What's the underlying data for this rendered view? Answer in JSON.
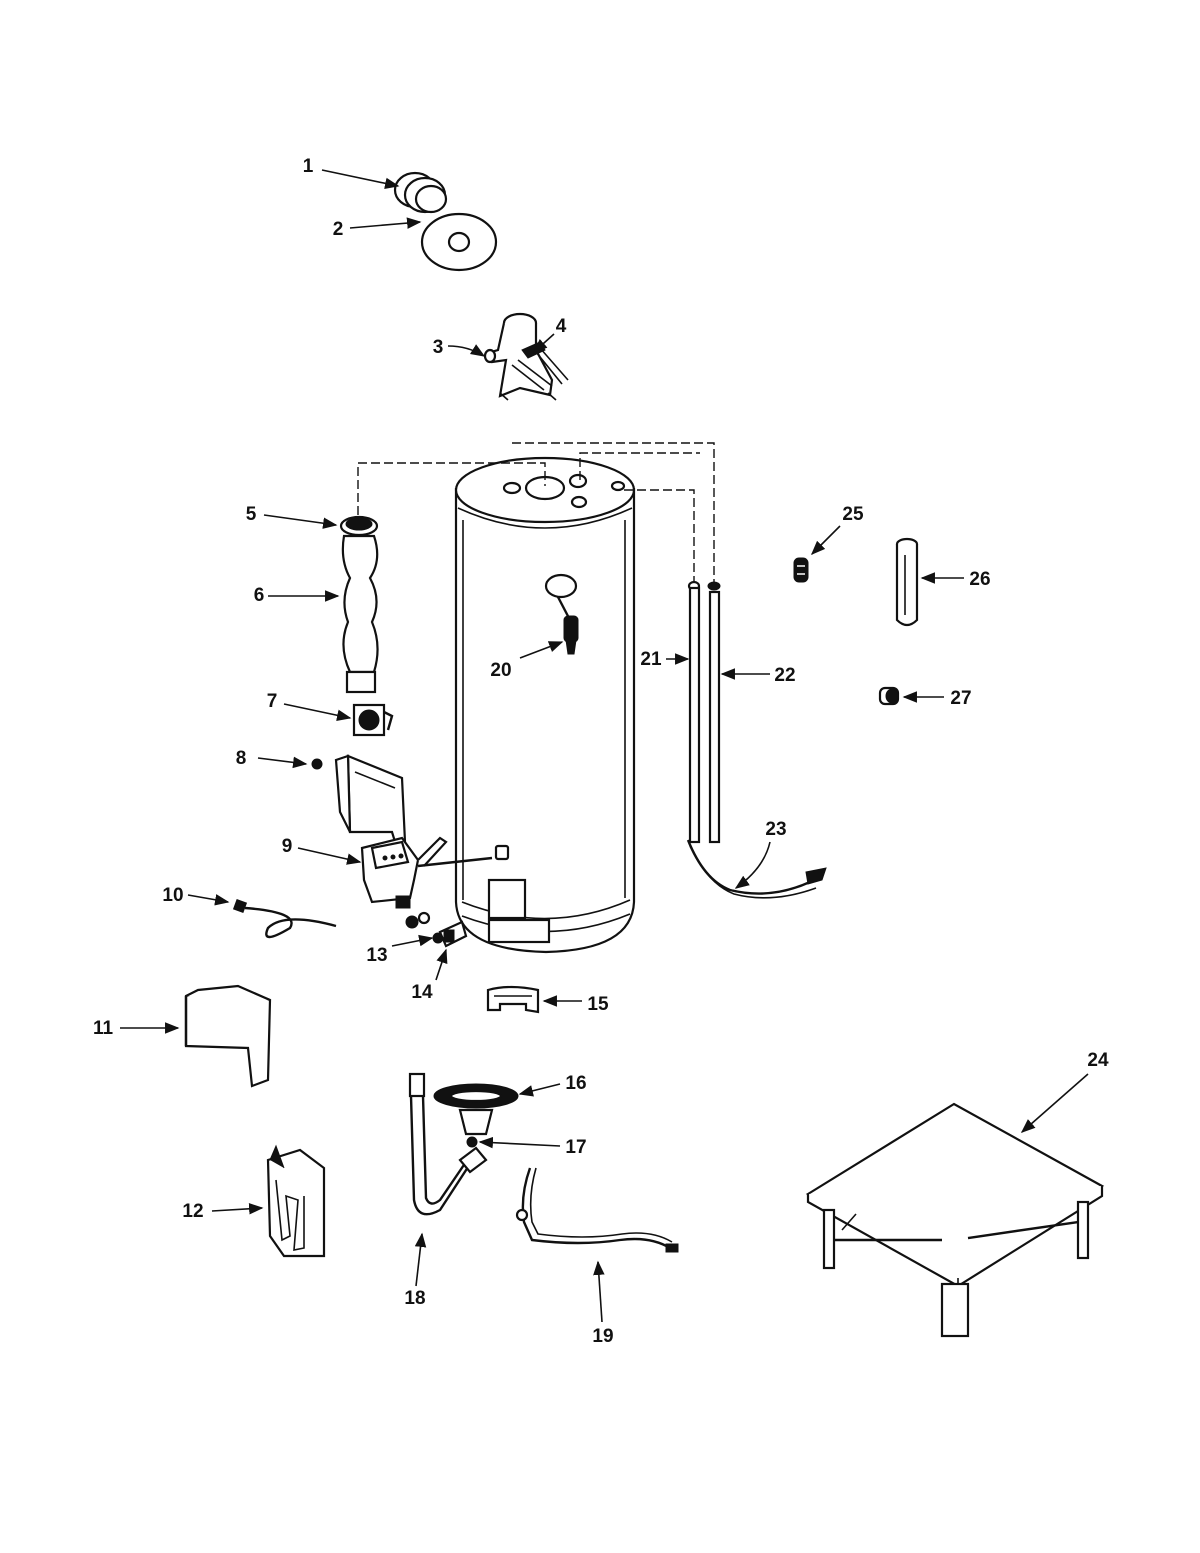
{
  "diagram": {
    "callouts": [
      {
        "id": 1,
        "label": "1"
      },
      {
        "id": 2,
        "label": "2"
      },
      {
        "id": 3,
        "label": "3"
      },
      {
        "id": 4,
        "label": "4"
      },
      {
        "id": 5,
        "label": "5"
      },
      {
        "id": 6,
        "label": "6"
      },
      {
        "id": 7,
        "label": "7"
      },
      {
        "id": 8,
        "label": "8"
      },
      {
        "id": 9,
        "label": "9"
      },
      {
        "id": 10,
        "label": "10"
      },
      {
        "id": 11,
        "label": "11"
      },
      {
        "id": 12,
        "label": "12"
      },
      {
        "id": 13,
        "label": "13"
      },
      {
        "id": 14,
        "label": "14"
      },
      {
        "id": 15,
        "label": "15"
      },
      {
        "id": 16,
        "label": "16"
      },
      {
        "id": 17,
        "label": "17"
      },
      {
        "id": 18,
        "label": "18"
      },
      {
        "id": 19,
        "label": "19"
      },
      {
        "id": 20,
        "label": "20"
      },
      {
        "id": 21,
        "label": "21"
      },
      {
        "id": 22,
        "label": "22"
      },
      {
        "id": 23,
        "label": "23"
      },
      {
        "id": 24,
        "label": "24"
      },
      {
        "id": 25,
        "label": "25"
      },
      {
        "id": 26,
        "label": "26"
      },
      {
        "id": 27,
        "label": "27"
      }
    ],
    "colors": {
      "ink": "#111111",
      "paper": "#ffffff"
    }
  }
}
